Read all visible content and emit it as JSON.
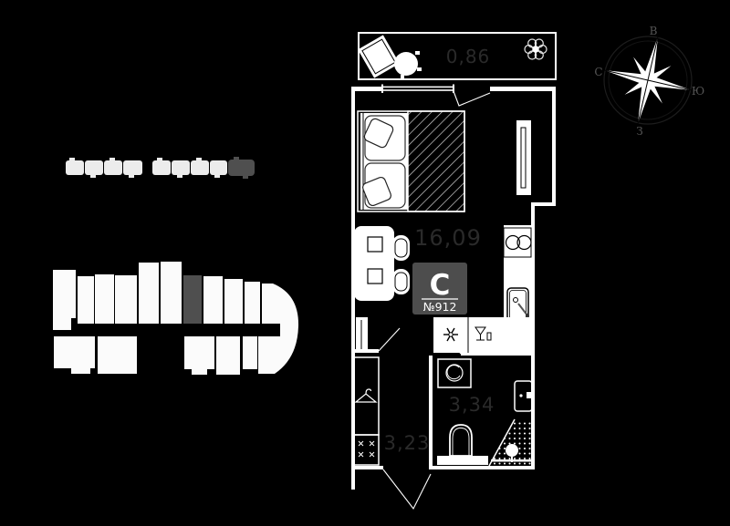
{
  "plan": {
    "badge": {
      "letter": "C",
      "number": "№912"
    },
    "areas": {
      "balcony": "0,86",
      "living_room": "16,09",
      "bathroom": "3,34",
      "hallway": "3,23"
    }
  },
  "compass": {
    "east": "В",
    "north": "С",
    "south": "Ю",
    "west": "З"
  },
  "colors": {
    "background": "#000000",
    "plan_lines": "#ffffff",
    "area_label": "#2a2a2a",
    "badge_background": "#4d4d4d",
    "badge_text": "#ffffff",
    "selected_unit": "#4f4f4f",
    "mini_plan_fill": "#fafafa"
  }
}
